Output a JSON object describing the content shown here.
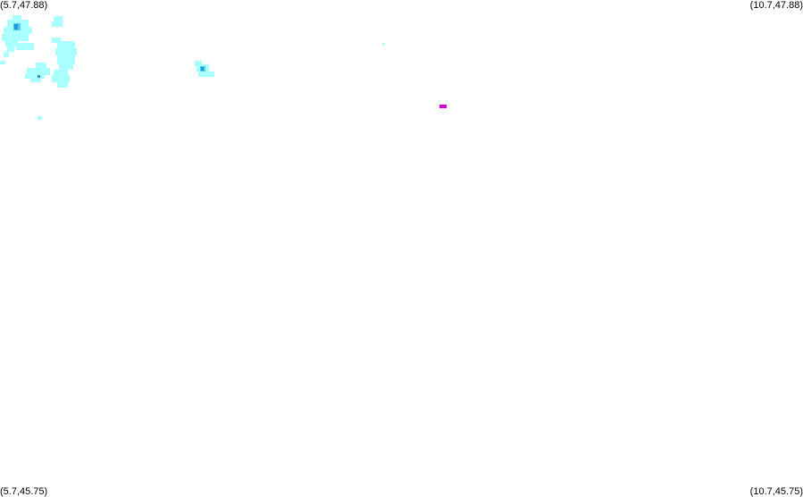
{
  "corner_labels": {
    "top_left": "(5.7,47.88)",
    "top_right": "(10.7,47.88)",
    "bottom_left": "(5.7,45.75)",
    "bottom_right": "(10.7,45.75)"
  },
  "colors": {
    "background": "#ffffff",
    "intensity_light": "#aaffff",
    "intensity_medium": "#55ccee",
    "intensity_strong": "#2299dd",
    "intensity_peak": "#dd00dd"
  }
}
